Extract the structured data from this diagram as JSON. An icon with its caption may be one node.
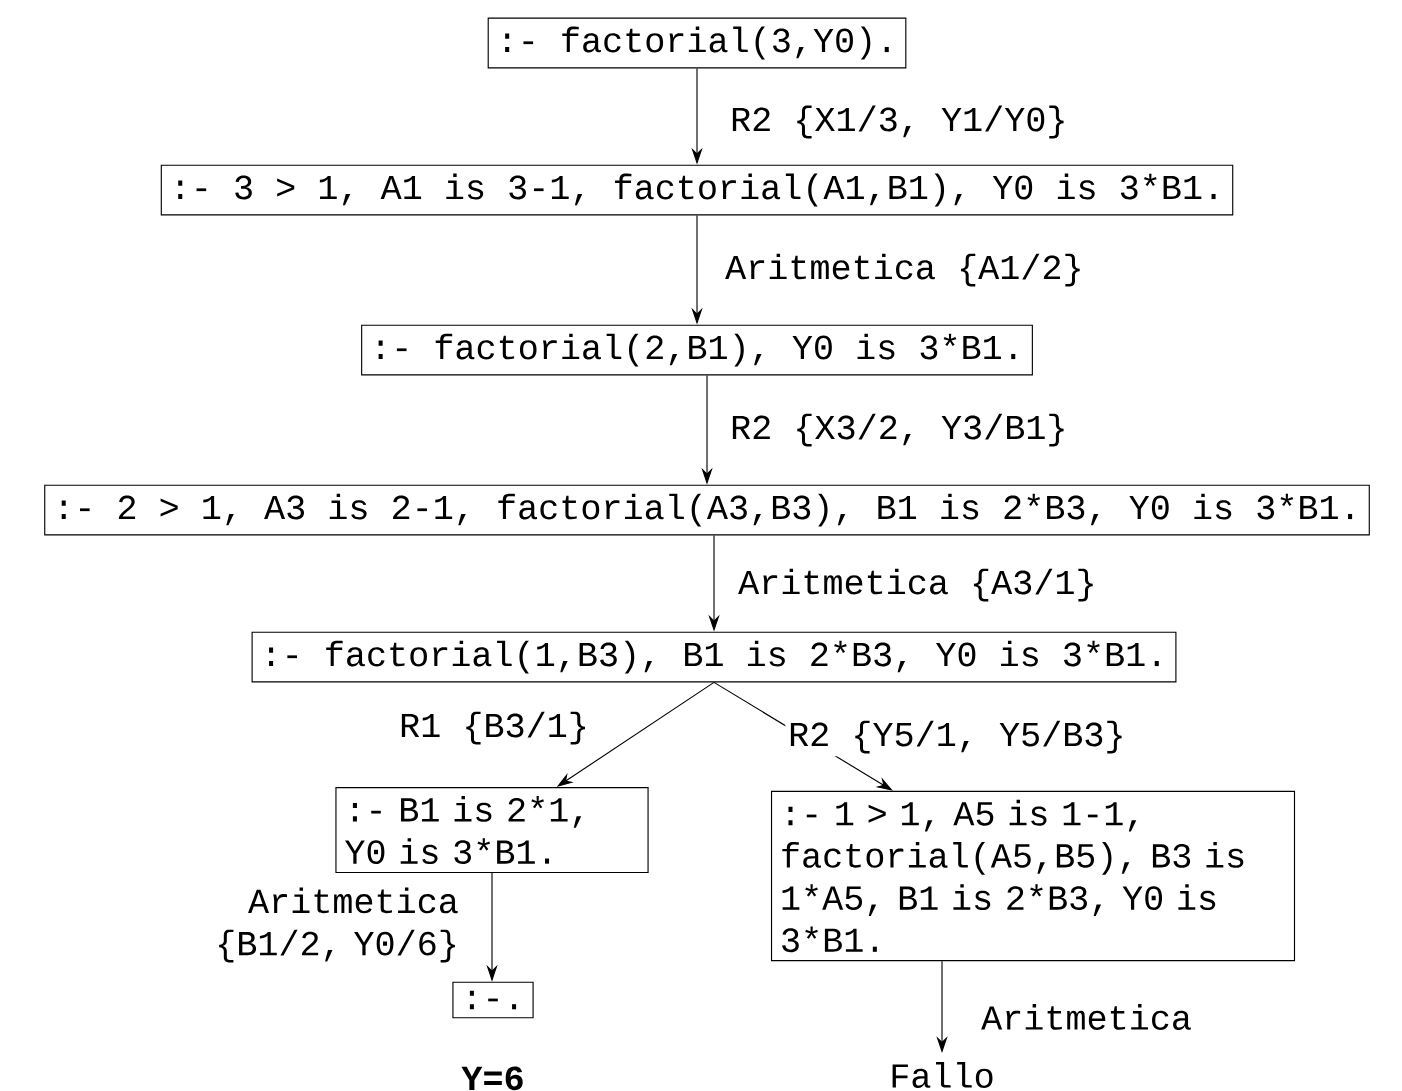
{
  "diagram": {
    "nodes": [
      {
        "text": [
          ":- factorial(3,Y0)."
        ]
      },
      {
        "text": [
          ":- 3 > 1, A1 is 3-1, factorial(A1,B1), Y0 is 3*B1."
        ]
      },
      {
        "text": [
          ":- factorial(2,B1), Y0 is 3*B1."
        ]
      },
      {
        "text": [
          ":- 2 > 1, A3 is 2-1, factorial(A3,B3), B1 is 2*B3, Y0 is 3*B1."
        ]
      },
      {
        "text": [
          ":- factorial(1,B3), B1 is 2*B3, Y0 is 3*B1."
        ]
      },
      {
        "text": [
          ":- B1 is 2*1, Y0 is 3*B1."
        ]
      },
      {
        "text": [
          ":- 1 > 1, A5 is 1-1, factorial(A5,B5), B3 is 1*A5, B1 is 2*B3, Y0 is 3*B1."
        ]
      },
      {
        "text": [
          ":-."
        ],
        "beside": [
          "Y=6"
        ]
      },
      {
        "text": [
          "Fallo"
        ]
      }
    ],
    "edges": [
      {
        "from": 0,
        "to": 1,
        "arrow": "to",
        "label": "R2 {X1/3, Y1/Y0}"
      },
      {
        "from": 1,
        "to": 2,
        "arrow": "to",
        "label": "Aritmetica {A1/2}"
      },
      {
        "from": 2,
        "to": 3,
        "arrow": "to",
        "label": "R2 {X3/2, Y3/B1}"
      },
      {
        "from": 3,
        "to": 4,
        "arrow": "to",
        "label": "Aritmetica  {A3/1}"
      },
      {
        "from": 4,
        "to": 5,
        "arrow": "to",
        "label": "R1 {B3/1}"
      },
      {
        "from": 4,
        "to": 6,
        "arrow": "to",
        "label": "R2 {Y5/1, Y5/B3}"
      },
      {
        "from": 5,
        "to": 7,
        "arrow": "to",
        "label": "Aritmetica {B1/2, Y0/6}"
      },
      {
        "from": 6,
        "to": 8,
        "arrow": "to",
        "label": "Aritmetica"
      }
    ]
  }
}
